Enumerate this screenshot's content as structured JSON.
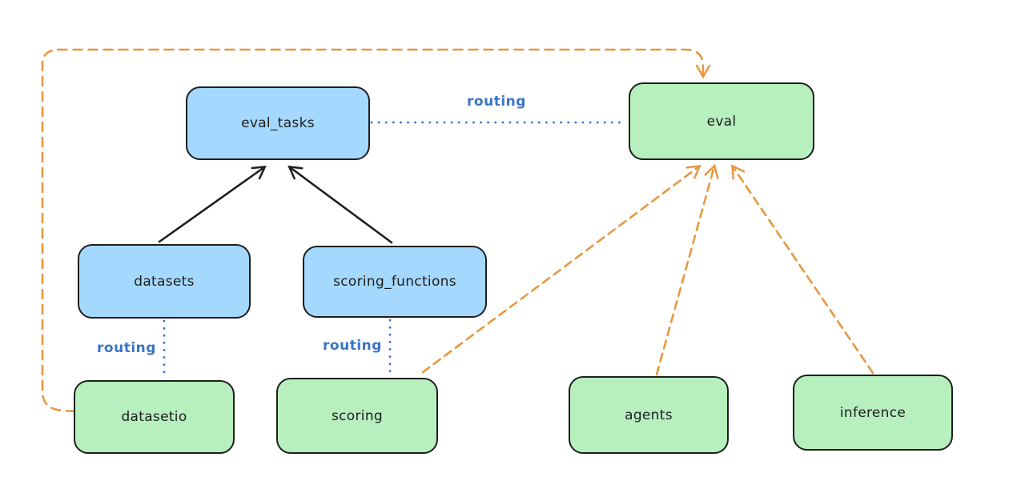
{
  "diagram": {
    "type": "flow-diagram",
    "background": "#ffffff",
    "colors": {
      "node_blue_fill": "#a5d8ff",
      "node_green_fill": "#b7efbe",
      "node_stroke": "#1e1e1e",
      "solid_arrow": "#1e1e1e",
      "dashed_arrow_orange": "#e8973f",
      "routing_blue": "#3b74c4"
    },
    "nodes": [
      {
        "id": "eval_tasks",
        "label": "eval_tasks",
        "fill": "blue"
      },
      {
        "id": "eval",
        "label": "eval",
        "fill": "green"
      },
      {
        "id": "datasets",
        "label": "datasets",
        "fill": "blue"
      },
      {
        "id": "scoring_functions",
        "label": "scoring_functions",
        "fill": "blue"
      },
      {
        "id": "datasetio",
        "label": "datasetio",
        "fill": "green"
      },
      {
        "id": "scoring",
        "label": "scoring",
        "fill": "green"
      },
      {
        "id": "agents",
        "label": "agents",
        "fill": "green"
      },
      {
        "id": "inference",
        "label": "inference",
        "fill": "green"
      }
    ],
    "edges": [
      {
        "from": "datasets",
        "to": "eval_tasks",
        "style": "solid-black-arrow"
      },
      {
        "from": "scoring_functions",
        "to": "eval_tasks",
        "style": "solid-black-arrow"
      },
      {
        "from": "eval_tasks",
        "to": "eval",
        "style": "dotted-blue",
        "label": "routing"
      },
      {
        "from": "datasets",
        "to": "datasetio",
        "style": "dotted-blue",
        "label": "routing"
      },
      {
        "from": "scoring_functions",
        "to": "scoring",
        "style": "dotted-blue",
        "label": "routing"
      },
      {
        "from": "datasetio",
        "to": "eval",
        "style": "dashed-orange-arrow"
      },
      {
        "from": "scoring",
        "to": "eval",
        "style": "dashed-orange-arrow"
      },
      {
        "from": "agents",
        "to": "eval",
        "style": "dashed-orange-arrow"
      },
      {
        "from": "inference",
        "to": "eval",
        "style": "dashed-orange-arrow"
      }
    ]
  }
}
